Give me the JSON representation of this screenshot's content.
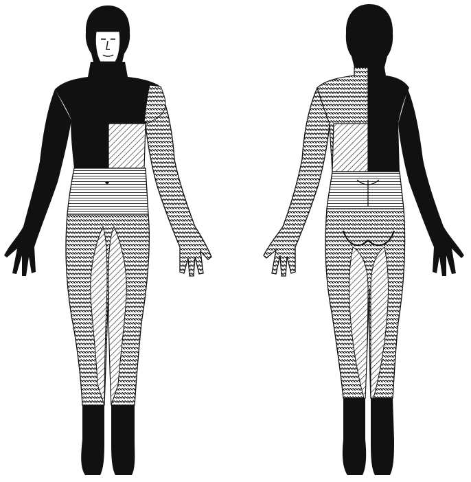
{
  "figure": {
    "views": [
      "front",
      "back"
    ],
    "colors": {
      "background": "#ffffff",
      "ink": "#111111",
      "skin": "#ffffff"
    },
    "pattern_legend": [
      {
        "pattern": "solid-black",
        "meaning": ""
      },
      {
        "pattern": "scale-crosshatch",
        "meaning": ""
      },
      {
        "pattern": "diagonal-hatch",
        "meaning": ""
      },
      {
        "pattern": "horizontal-hatch",
        "meaning": ""
      },
      {
        "pattern": "blank",
        "meaning": ""
      }
    ]
  }
}
